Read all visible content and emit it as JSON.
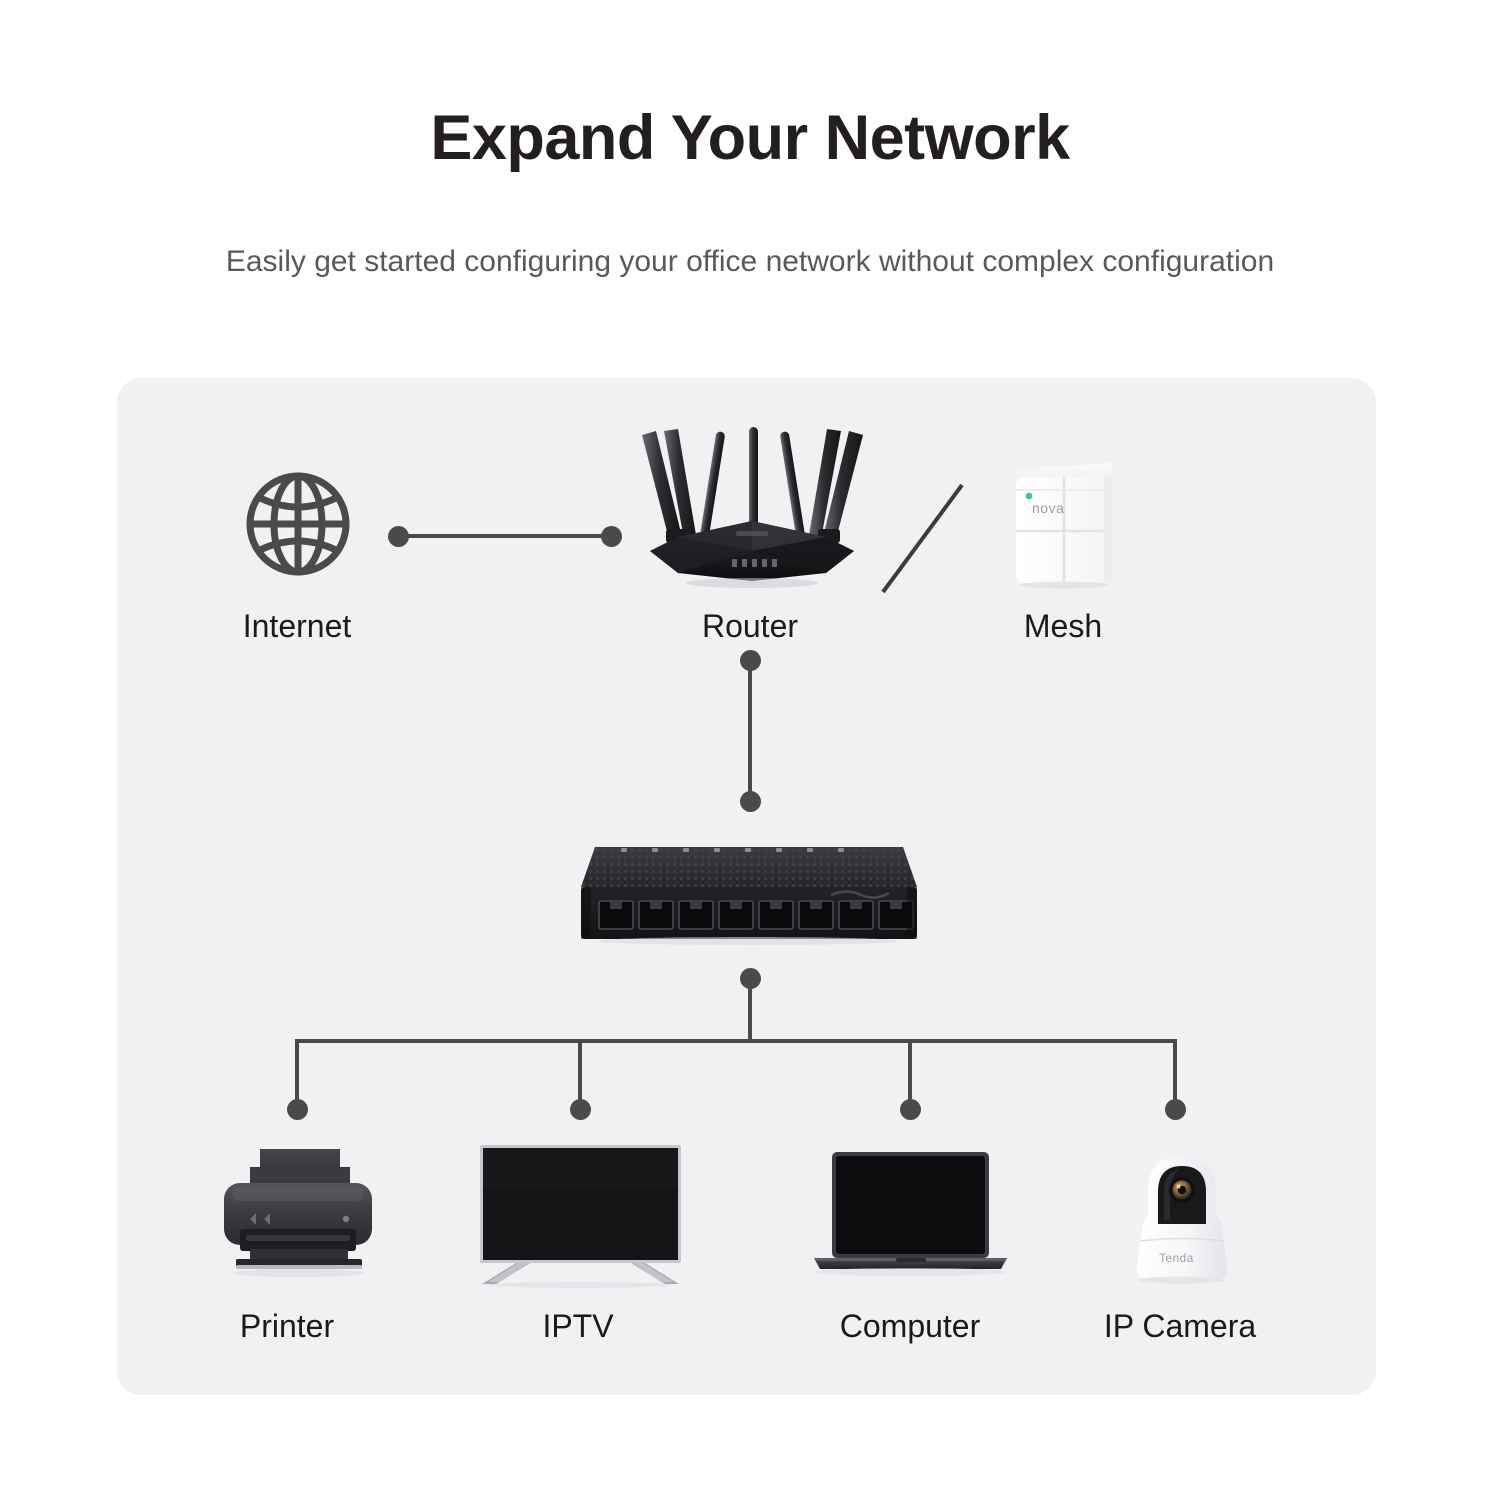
{
  "header": {
    "title": "Expand Your Network",
    "subtitle": "Easily get started configuring your office network without complex configuration"
  },
  "diagram": {
    "type": "network-topology",
    "nodes": [
      {
        "id": "internet",
        "label": "Internet",
        "icon": "globe-icon",
        "row": "top"
      },
      {
        "id": "router",
        "label": "Router",
        "icon": "wifi-router-icon",
        "row": "top"
      },
      {
        "id": "mesh",
        "label": "Mesh",
        "icon": "mesh-node-icon",
        "row": "top",
        "brand": "nova"
      },
      {
        "id": "switch",
        "label": "",
        "icon": "ethernet-switch-icon",
        "row": "middle",
        "ports": 8
      },
      {
        "id": "printer",
        "label": "Printer",
        "icon": "printer-icon",
        "row": "bottom"
      },
      {
        "id": "iptv",
        "label": "IPTV",
        "icon": "television-icon",
        "row": "bottom"
      },
      {
        "id": "computer",
        "label": "Computer",
        "icon": "laptop-icon",
        "row": "bottom"
      },
      {
        "id": "ipcamera",
        "label": "IP Camera",
        "icon": "ip-camera-icon",
        "row": "bottom",
        "brand": "Tenda"
      }
    ],
    "links": [
      {
        "from": "internet",
        "to": "router",
        "style": "horizontal-dotted-ends"
      },
      {
        "from": "router",
        "to": "mesh",
        "style": "diagonal-plain"
      },
      {
        "from": "router",
        "to": "switch",
        "style": "vertical-dotted-ends"
      },
      {
        "from": "switch",
        "to": "printer",
        "style": "bus-drop"
      },
      {
        "from": "switch",
        "to": "iptv",
        "style": "bus-drop"
      },
      {
        "from": "switch",
        "to": "computer",
        "style": "bus-drop"
      },
      {
        "from": "switch",
        "to": "ipcamera",
        "style": "bus-drop"
      }
    ]
  },
  "colors": {
    "card_background": "#f1f1f3",
    "page_background": "#ffffff",
    "title_text": "#231f20",
    "subtitle_text": "#58595b",
    "link_line": "#4a4a4d",
    "device_dark": "#2b2b2d",
    "mesh_led": "#3ec98a"
  }
}
